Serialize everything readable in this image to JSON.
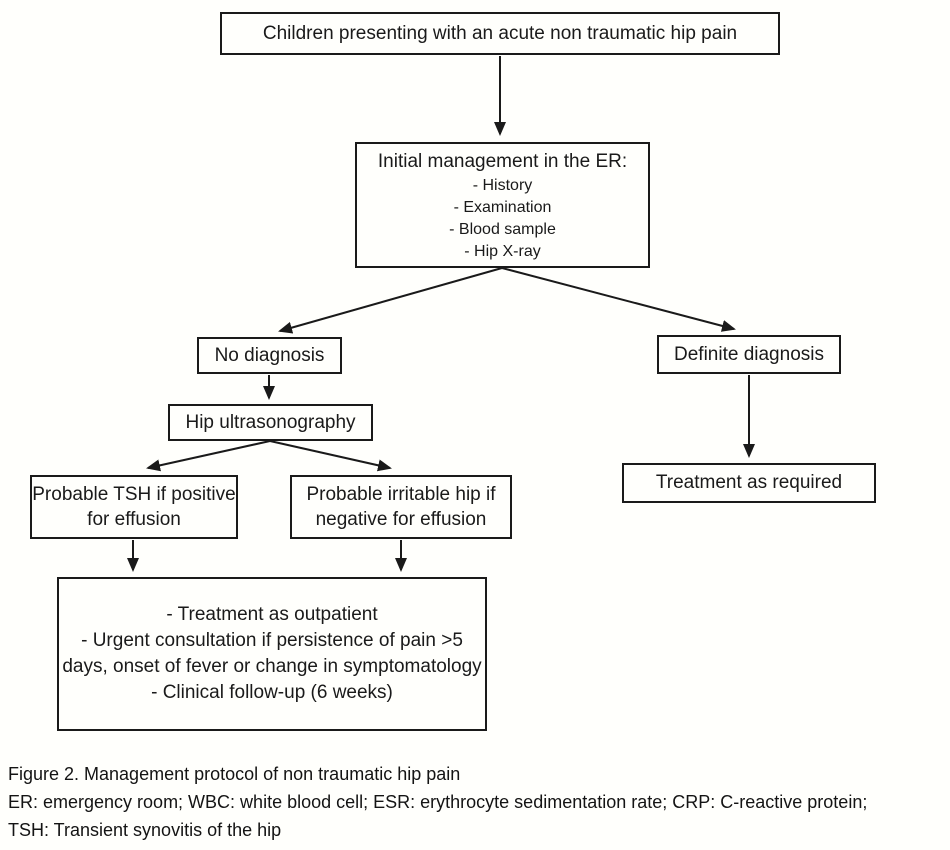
{
  "figure": {
    "nodes": {
      "root": {
        "label": "Children presenting with an acute non traumatic hip pain"
      },
      "er": {
        "title": "Initial management in the ER:",
        "items": [
          "- History",
          "- Examination",
          "- Blood sample",
          "- Hip X-ray"
        ]
      },
      "no_diagnosis": {
        "label": "No diagnosis"
      },
      "definite_diagnosis": {
        "label": "Definite diagnosis"
      },
      "hip_ultrasonography": {
        "label": "Hip ultrasonography"
      },
      "probable_tsh": {
        "label": "Probable TSH if positive for effusion"
      },
      "probable_irritable": {
        "label": "Probable irritable hip if negative for effusion"
      },
      "treatment_required": {
        "label": "Treatment as required"
      },
      "outpatient": {
        "items": [
          "- Treatment as outpatient",
          "- Urgent consultation if persistence of pain >5 days, onset of fever or change in symptomatology",
          "- Clinical follow-up (6 weeks)"
        ]
      }
    },
    "caption": {
      "line1": "Figure 2. Management protocol of non traumatic hip pain",
      "line2": "ER: emergency room; WBC: white blood cell; ESR: erythrocyte sedimentation rate; CRP: C-reactive protein;",
      "line3": "TSH: Transient synovitis of the hip"
    },
    "colors": {
      "background": "#fffffc",
      "box_border": "#1a1a1a",
      "text": "#1a1a1a",
      "arrow": "#1a1a1a"
    }
  }
}
